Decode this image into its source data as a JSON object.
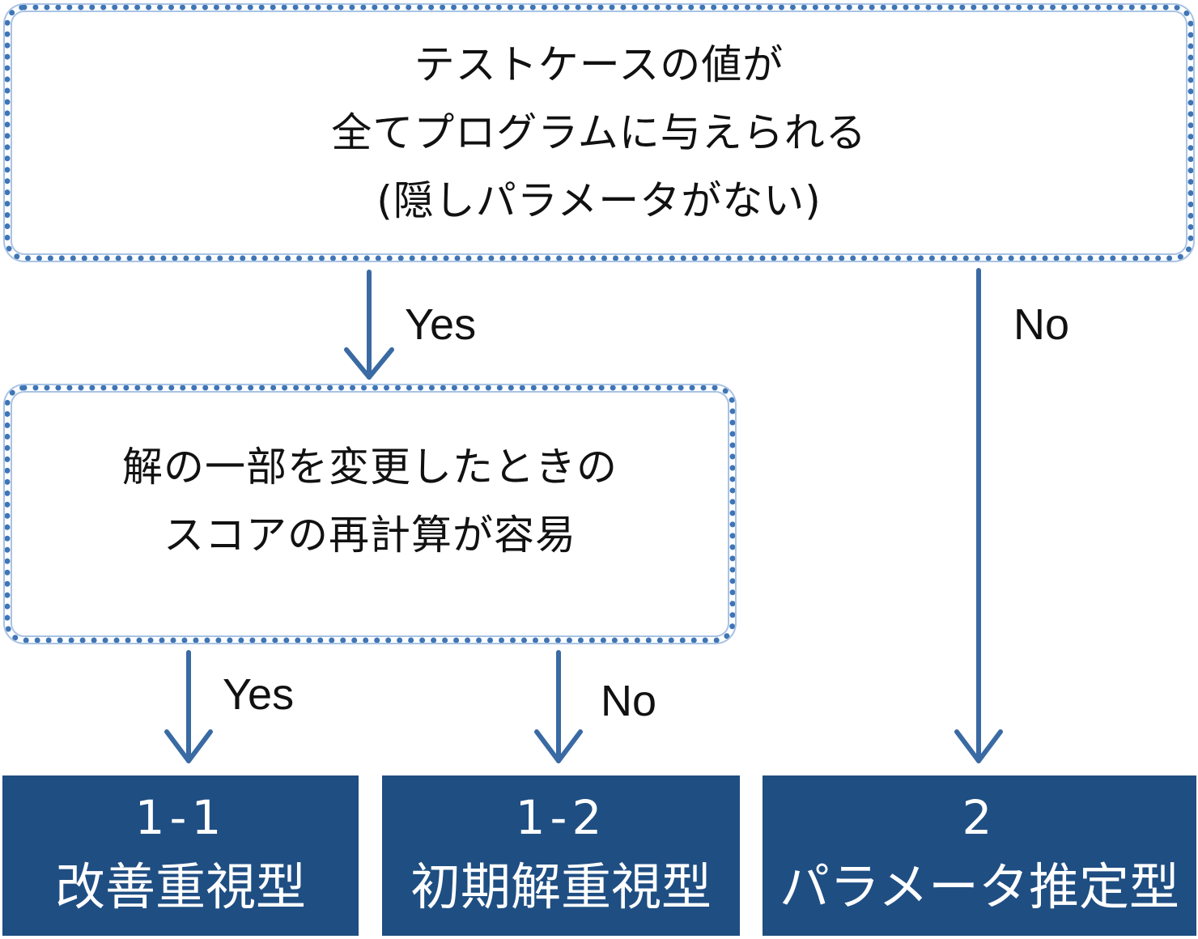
{
  "question_1": {
    "lines": [
      "テストケースの値が",
      "全てプログラムに与えられる",
      "(隠しパラメータがない)"
    ]
  },
  "question_2": {
    "lines": [
      "解の一部を変更したときの",
      "スコアの再計算が容易"
    ]
  },
  "edges": {
    "q1_yes": "Yes",
    "q1_no": "No",
    "q2_yes": "Yes",
    "q2_no": "No"
  },
  "results": [
    {
      "id": "1-1",
      "name": "改善重視型"
    },
    {
      "id": "1-2",
      "name": "初期解重視型"
    },
    {
      "id": "2",
      "name": "パラメータ推定型"
    }
  ],
  "colors": {
    "box_border": "#3f75b5",
    "arrow": "#3a6aa3",
    "result_fill": "#1f4e82",
    "result_text": "#ffffff"
  }
}
